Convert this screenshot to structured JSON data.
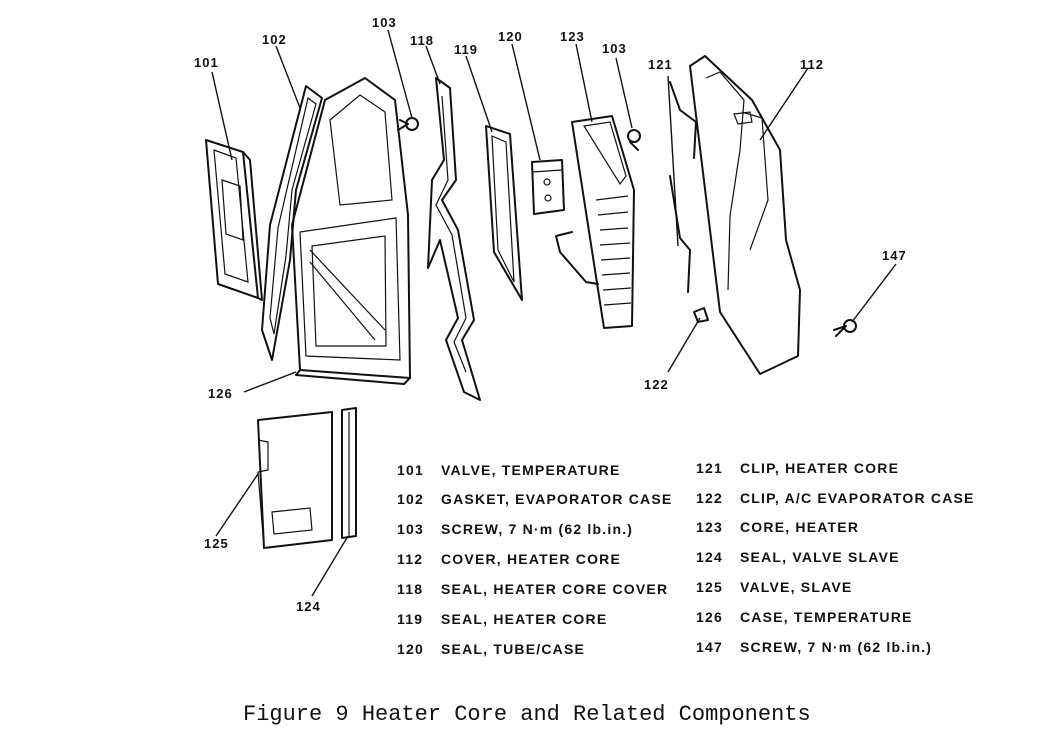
{
  "callouts": {
    "c101": "101",
    "c102": "102",
    "c103a": "103",
    "c118": "118",
    "c119": "119",
    "c120": "120",
    "c123": "123",
    "c103b": "103",
    "c121": "121",
    "c112": "112",
    "c147": "147",
    "c122": "122",
    "c126": "126",
    "c125": "125",
    "c124": "124"
  },
  "legend": [
    {
      "num": "101",
      "desc": "VALVE, TEMPERATURE"
    },
    {
      "num": "102",
      "desc": "GASKET, EVAPORATOR CASE"
    },
    {
      "num": "103",
      "desc": "SCREW, 7 N·m (62 lb.in.)"
    },
    {
      "num": "112",
      "desc": "COVER, HEATER CORE"
    },
    {
      "num": "118",
      "desc": "SEAL, HEATER CORE COVER"
    },
    {
      "num": "119",
      "desc": "SEAL, HEATER CORE"
    },
    {
      "num": "120",
      "desc": "SEAL, TUBE/CASE"
    },
    {
      "num": "121",
      "desc": "CLIP, HEATER CORE"
    },
    {
      "num": "122",
      "desc": "CLIP, A/C EVAPORATOR CASE"
    },
    {
      "num": "123",
      "desc": "CORE, HEATER"
    },
    {
      "num": "124",
      "desc": "SEAL, VALVE SLAVE"
    },
    {
      "num": "125",
      "desc": "VALVE, SLAVE"
    },
    {
      "num": "126",
      "desc": "CASE, TEMPERATURE"
    },
    {
      "num": "147",
      "desc": "SCREW, 7 N·m (62 lb.in.)"
    }
  ],
  "caption": "Figure 9 Heater Core and Related Components"
}
